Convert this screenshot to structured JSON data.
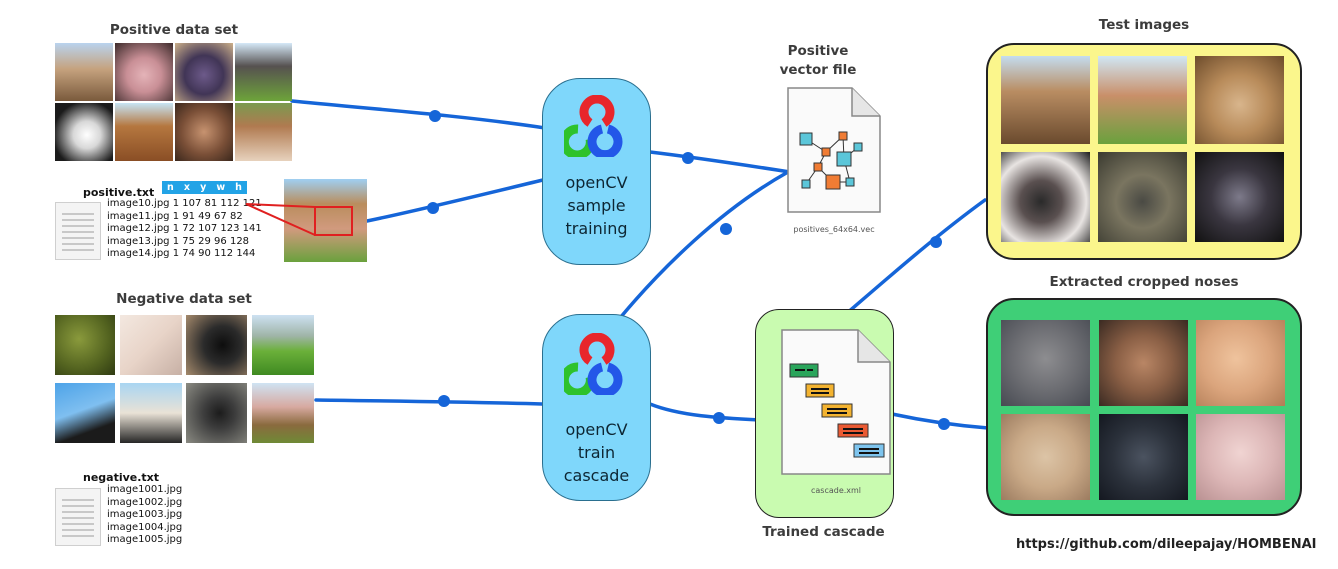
{
  "positive_set": {
    "title": "Positive data set",
    "images": [
      "cow-face-photo",
      "cow-nose-closeup-photo",
      "cow-muzzle-photo",
      "cow-in-field-photo",
      "cow-bw-face-photo",
      "brown-cow-face-photo",
      "cow-looking-photo",
      "calf-face-photo"
    ]
  },
  "positive_txt": {
    "filename": "positive.txt",
    "header": [
      "n",
      "x",
      "y",
      "w",
      "h"
    ],
    "lines": [
      "image10.jpg 1 107 81 112 121",
      "image11.jpg 1 91 49 67 82",
      "image12.jpg 1 72 107 123 141",
      "image13.jpg 1 75 29 96 128",
      "image14.jpg 1 74 90 112 144"
    ]
  },
  "negative_set": {
    "title": "Negative data set",
    "images": [
      "grass-texture-photo",
      "skin-texture-photo",
      "cow-eye-closeup-photo",
      "meadow-landscape-photo",
      "cow-ear-sky-photo",
      "cow-horn-photo",
      "cow-eye-photo",
      "cow-ear-landscape-photo"
    ]
  },
  "negative_txt": {
    "filename": "negative.txt",
    "lines": [
      "image1001.jpg",
      "image1002.jpg",
      "image1003.jpg",
      "image1004.jpg",
      "image1005.jpg"
    ]
  },
  "process_sample": {
    "label": [
      "openCV",
      "sample",
      "training"
    ]
  },
  "process_train": {
    "label": [
      "openCV",
      "train",
      "cascade"
    ]
  },
  "vector_file": {
    "title": [
      "Positive",
      "vector file"
    ],
    "filename": "positives_64x64.vec"
  },
  "trained_cascade": {
    "title": "Trained cascade",
    "filename": "cascade.xml"
  },
  "test_images": {
    "title": "Test images",
    "panel_color": "#fbf68c"
  },
  "cropped_noses": {
    "title": "Extracted cropped noses",
    "panel_color": "#3fcf77"
  },
  "footer": {
    "url": "https://github.com/dileepajay/HOMBENAI"
  },
  "colors": {
    "connector": "#1565d8",
    "highlight_line": "#e02020",
    "header_bar": "#22a3e6",
    "process_fill": "#7fd7fb"
  },
  "icons": [
    "opencv-logo-icon",
    "document-icon",
    "network-diagram-icon",
    "code-blocks-icon"
  ]
}
